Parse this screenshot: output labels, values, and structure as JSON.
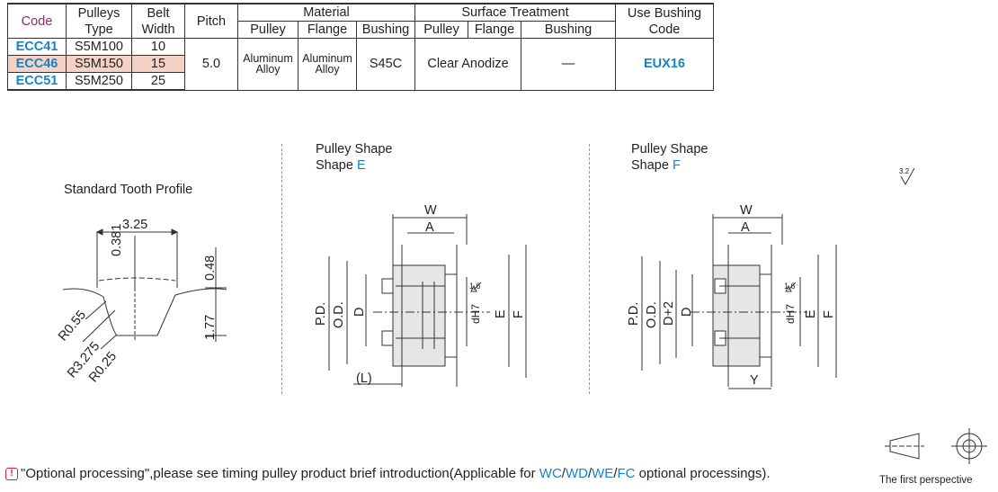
{
  "table": {
    "headers": {
      "code": "Code",
      "pulleys_type": [
        "Pulleys",
        "Type"
      ],
      "belt_width": [
        "Belt",
        "Width"
      ],
      "pitch": "Pitch",
      "material": "Material",
      "surface_treatment": "Surface Treatment",
      "use_bushing_code": [
        "Use Bushing",
        "Code"
      ],
      "sub_pulley": "Pulley",
      "sub_flange": "Flange",
      "sub_bushing": "Bushing"
    },
    "rows": [
      {
        "code": "ECC41",
        "type": "S5M100",
        "width": "10"
      },
      {
        "code": "ECC46",
        "type": "S5M150",
        "width": "15"
      },
      {
        "code": "ECC51",
        "type": "S5M250",
        "width": "25"
      }
    ],
    "pitch": "5.0",
    "material_pulley": [
      "Aluminum",
      "Alloy"
    ],
    "material_flange": [
      "Aluminum",
      "Alloy"
    ],
    "material_bushing": "S45C",
    "surface_pulley_flange": "Clear Anodize",
    "surface_bushing": "—",
    "bushing_code": "EUX16",
    "colors": {
      "blue": "#1683c4",
      "highlight": "#f6d2c6",
      "code_header": "#8b2c6b",
      "warning": "#d0223f"
    }
  },
  "tooth_profile": {
    "title": "Standard Tooth Profile",
    "dims": {
      "pitch": "3.25",
      "d1": "0.381",
      "d2": "0.48",
      "d3": "1.77",
      "r1": "R0.55",
      "r2": "R3.275",
      "r3": "R0.25"
    }
  },
  "shape_e": {
    "title": "Pulley Shape",
    "shape_prefix": "Shape ",
    "shape_letter": "E",
    "labels": {
      "w": "W",
      "a": "A",
      "pd": "P.D.",
      "od": "O.D.",
      "d": "D",
      "dh7": "dH7",
      "e": "E",
      "f": "F",
      "l": "(L)",
      "rough": "1.6"
    }
  },
  "shape_f": {
    "title": "Pulley Shape",
    "shape_prefix": "Shape ",
    "shape_letter": "F",
    "labels": {
      "w": "W",
      "a": "A",
      "pd": "P.D.",
      "od": "O.D.",
      "d2": "D+2",
      "d": "D",
      "dh7": "dH7",
      "e": "E",
      "f": "F",
      "y": "Y",
      "rough": "1.6"
    }
  },
  "roughness_symbol": "3.2",
  "note": {
    "badge": "!",
    "prefix": "\"Optional processing\",please see timing pulley product brief introduction(Applicable for ",
    "wc": "WC",
    "wd": "WD",
    "we": "WE",
    "fc": "FC",
    "suffix": " optional processings)."
  },
  "perspective_label": "The first perspective"
}
